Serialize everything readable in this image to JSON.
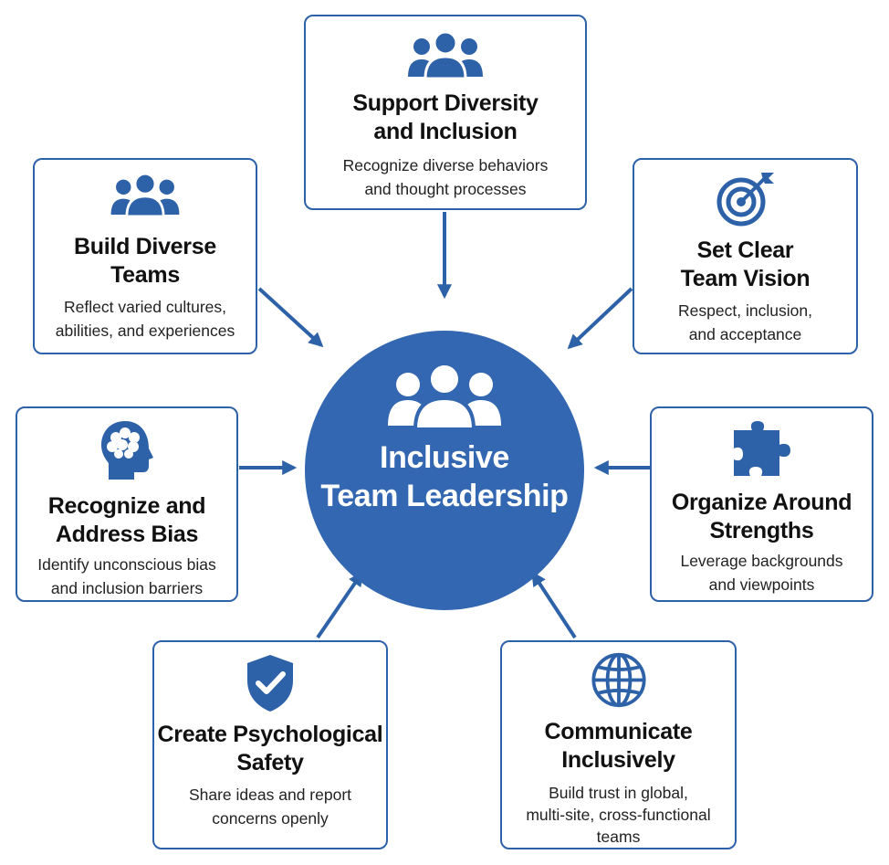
{
  "center": {
    "title_line1": "Inclusive",
    "title_line2": "Team Leadership",
    "icon": "people-group-icon"
  },
  "cards": {
    "diversity_inclusion": {
      "icon": "people-group-icon",
      "title_line1": "Support Diversity",
      "title_line2": "and Inclusion",
      "desc_line1": "Recognize diverse behaviors",
      "desc_line2": "and thought processes"
    },
    "diverse_teams": {
      "icon": "people-group-icon",
      "title_line1": "Build Diverse",
      "title_line2": "Teams",
      "desc_line1": "Reflect varied cultures,",
      "desc_line2": "abilities, and experiences"
    },
    "team_vision": {
      "icon": "target-icon",
      "title_line1": "Set Clear",
      "title_line2": "Team Vision",
      "desc_line1": "Respect, inclusion,",
      "desc_line2": "and acceptance"
    },
    "address_bias": {
      "icon": "brain-head-icon",
      "title_line1": "Recognize and",
      "title_line2": "Address Bias",
      "desc_line1": "Identify unconscious bias",
      "desc_line2": "and inclusion barriers"
    },
    "strengths": {
      "icon": "puzzle-piece-icon",
      "title_line1": "Organize Around",
      "title_line2": "Strengths",
      "desc_line1": "Leverage backgrounds",
      "desc_line2": "and viewpoints"
    },
    "psych_safety": {
      "icon": "shield-check-icon",
      "title_line1": "Create Psychological",
      "title_line2": "Safety",
      "desc_line1": "Share ideas and report",
      "desc_line2": "concerns openly"
    },
    "communicate": {
      "icon": "globe-icon",
      "title_line1": "Communicate",
      "title_line2": "Inclusively",
      "desc_line1": "Build trust in global,",
      "desc_line2": "multi-site, cross-functional",
      "desc_line3": "teams"
    }
  },
  "colors": {
    "primary_blue": "#3467b1",
    "border_blue": "#2e62a8",
    "text_dark": "#111111"
  }
}
